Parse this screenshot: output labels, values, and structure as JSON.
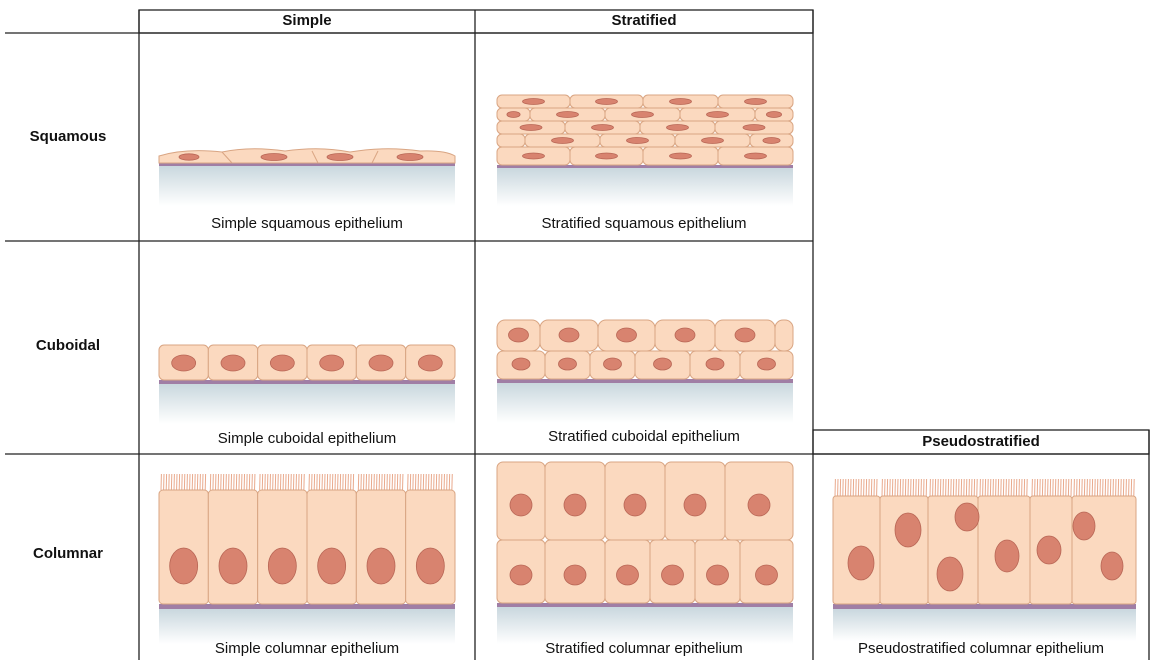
{
  "columns": {
    "simple": "Simple",
    "stratified": "Stratified",
    "pseudostratified": "Pseudostratified"
  },
  "rows": {
    "squamous": "Squamous",
    "cuboidal": "Cuboidal",
    "columnar": "Columnar"
  },
  "captions": {
    "simple_squamous": "Simple squamous epithelium",
    "stratified_squamous": "Stratified squamous epithelium",
    "simple_cuboidal": "Simple cuboidal epithelium",
    "stratified_cuboidal": "Stratified cuboidal epithelium",
    "simple_columnar": "Simple columnar epithelium",
    "stratified_columnar": "Stratified columnar epithelium",
    "pseudostratified_columnar": "Pseudostratified columnar epithelium"
  },
  "colors": {
    "cell_fill": "#fbd9bf",
    "cell_stroke": "#d9a583",
    "nucleus": "#d8836f",
    "nucleus_stroke": "#b86655",
    "basement": "#a07ea5",
    "connective": "#d2dde3",
    "cilia": "#e9a98c",
    "grid_line": "#222222"
  }
}
